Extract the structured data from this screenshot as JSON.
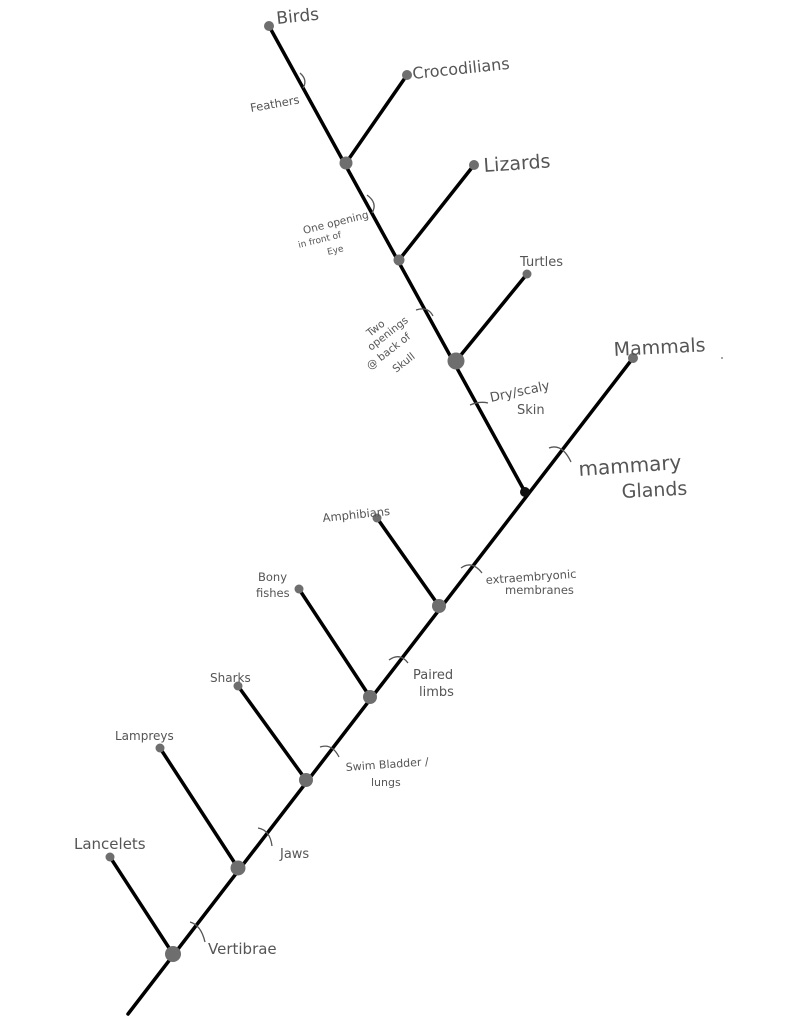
{
  "taxa": {
    "birds": "Birds",
    "crocodilians": "Crocodilians",
    "lizards": "Lizards",
    "turtles": "Turtles",
    "mammals": "Mammals",
    "amphibians": "Amphibians",
    "bony_fishes_1": "Bony",
    "bony_fishes_2": "fishes",
    "sharks": "Sharks",
    "lampreys": "Lampreys",
    "lancelets": "Lancelets"
  },
  "traits": {
    "feathers": "Feathers",
    "one_opening_1": "One opening",
    "one_opening_2": "in front of",
    "one_opening_3": "Eye",
    "two_openings_1": "Two",
    "two_openings_2": "openings",
    "two_openings_3": "@ back of",
    "two_openings_4": "Skull",
    "dry_skin_1": "Dry/scaly",
    "dry_skin_2": "Skin",
    "mammary_1": "mammary",
    "mammary_2": "Glands",
    "extraembryonic_1": "extraembryonic",
    "extraembryonic_2": "membranes",
    "paired_limbs_1": "Paired",
    "paired_limbs_2": "limbs",
    "swim_bladder_1": "Swim Bladder /",
    "swim_bladder_2": "lungs",
    "jaws": "Jaws",
    "vertebrae": "Vertibrae"
  }
}
